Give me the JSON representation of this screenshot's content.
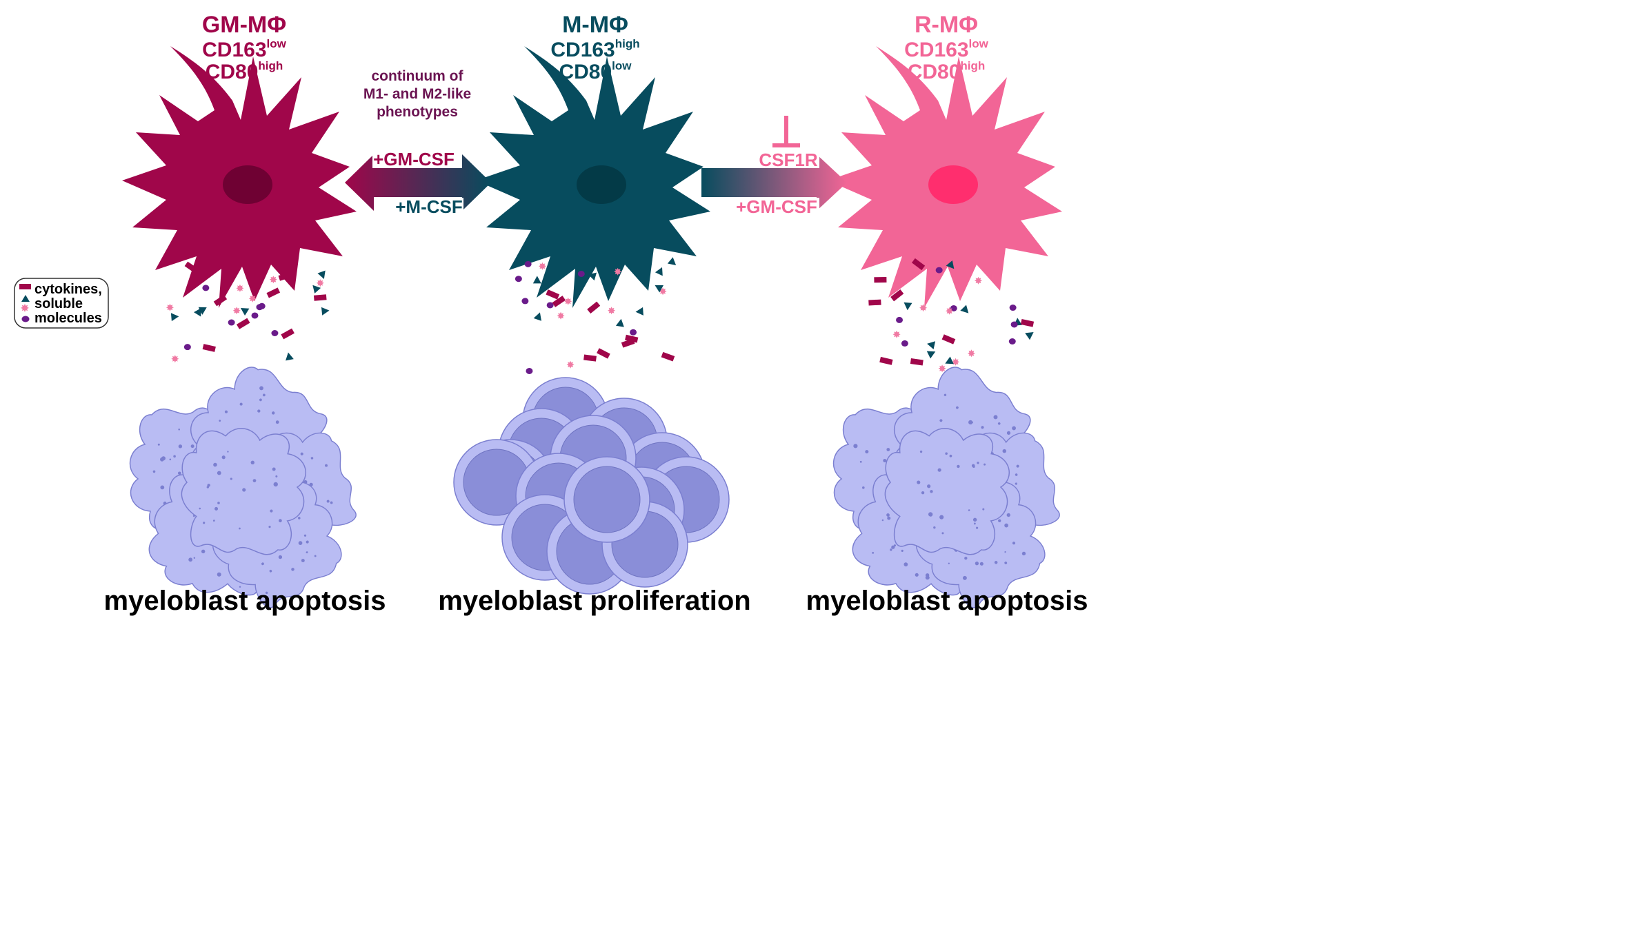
{
  "colors": {
    "gm": "#a0064a",
    "gm_nucleus": "#6f0133",
    "m": "#074c5e",
    "m_nucleus": "#033a47",
    "r": "#f26596",
    "r_nucleus": "#ff2e6e",
    "cell_fill": "#b9bcf3",
    "cell_edge": "#7b7fd0",
    "cell_dark": "#8a8ed8",
    "dot_purple": "#6a1b8a",
    "star_pink": "#f07aa3"
  },
  "gm": {
    "title": "GM-MΦ",
    "cd163": "CD163",
    "cd163_sup": "low",
    "cd80": "CD80",
    "cd80_sup": "high",
    "outcome": "myeloblast apoptosis"
  },
  "m": {
    "title": "M-MΦ",
    "cd163": "CD163",
    "cd163_sup": "high",
    "cd80": "CD80",
    "cd80_sup": "low",
    "outcome": "myeloblast proliferation"
  },
  "r": {
    "title": "R-MΦ",
    "cd163": "CD163",
    "cd163_sup": "low",
    "cd80": "CD80",
    "cd80_sup": "high",
    "outcome": "myeloblast apoptosis"
  },
  "arrow_left": {
    "note_line1": "continuum of",
    "note_line2": "M1- and M2-like",
    "note_line3": "phenotypes",
    "top_label": "+GM-CSF",
    "bottom_label": "+M-CSF"
  },
  "arrow_right": {
    "inhibitor_label": "CSF1R",
    "bottom_label": "+GM-CSF"
  },
  "legend": {
    "line1": "cytokines,",
    "line2": "soluble",
    "line3": "molecules"
  }
}
